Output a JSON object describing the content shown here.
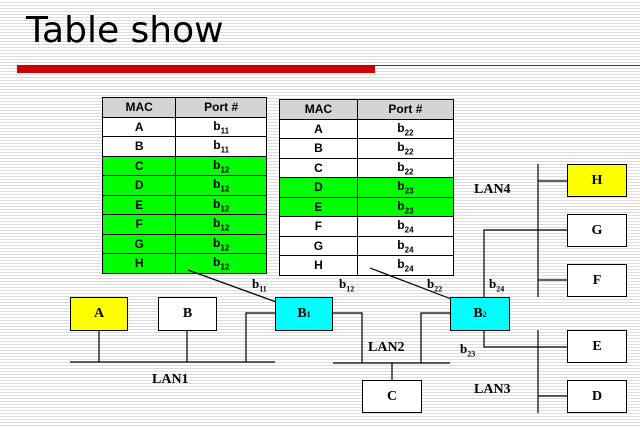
{
  "title": "Table show",
  "table1": {
    "headers": [
      "MAC",
      "Port #"
    ],
    "rows": [
      {
        "mac": "A",
        "port": "b",
        "sub": "11",
        "hl": false
      },
      {
        "mac": "B",
        "port": "b",
        "sub": "11",
        "hl": false
      },
      {
        "mac": "C",
        "port": "b",
        "sub": "12",
        "hl": true
      },
      {
        "mac": "D",
        "port": "b",
        "sub": "12",
        "hl": true
      },
      {
        "mac": "E",
        "port": "b",
        "sub": "12",
        "hl": true
      },
      {
        "mac": "F",
        "port": "b",
        "sub": "12",
        "hl": true
      },
      {
        "mac": "G",
        "port": "b",
        "sub": "12",
        "hl": true
      },
      {
        "mac": "H",
        "port": "b",
        "sub": "12",
        "hl": true
      }
    ]
  },
  "table2": {
    "headers": [
      "MAC",
      "Port #"
    ],
    "rows": [
      {
        "mac": "A",
        "port": "b",
        "sub": "22",
        "hl": false
      },
      {
        "mac": "B",
        "port": "b",
        "sub": "22",
        "hl": false
      },
      {
        "mac": "C",
        "port": "b",
        "sub": "22",
        "hl": false
      },
      {
        "mac": "D",
        "port": "b",
        "sub": "23",
        "hl": true
      },
      {
        "mac": "E",
        "port": "b",
        "sub": "23",
        "hl": true
      },
      {
        "mac": "F",
        "port": "b",
        "sub": "24",
        "hl": false
      },
      {
        "mac": "G",
        "port": "b",
        "sub": "24",
        "hl": false
      },
      {
        "mac": "H",
        "port": "b",
        "sub": "24",
        "hl": false
      }
    ]
  },
  "hosts": {
    "A": "A",
    "B": "B",
    "C": "C",
    "D": "D",
    "E": "E",
    "F": "F",
    "G": "G",
    "H": "H"
  },
  "bridges": {
    "b1": "B",
    "b1_sub": "1",
    "b2": "B",
    "b2_sub": "2"
  },
  "lans": {
    "lan1": "LAN1",
    "lan2": "LAN2",
    "lan3": "LAN3",
    "lan4": "LAN4"
  },
  "ports": {
    "b11": "11",
    "b12": "12",
    "b22": "22",
    "b23": "23",
    "b24": "24",
    "prefix": "b"
  },
  "colors": {
    "highlight": "#00ff00",
    "bridge": "#00ffff",
    "host_highlight": "#ffff00",
    "accent": "#cc0000"
  }
}
